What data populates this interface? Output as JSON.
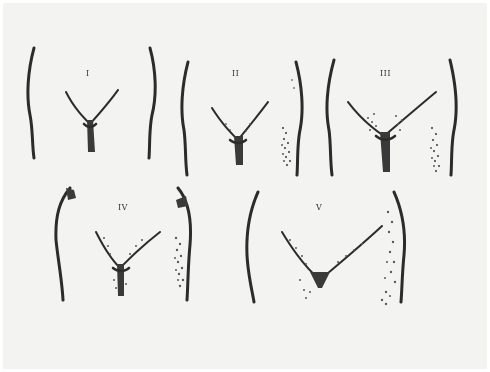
{
  "figure": {
    "background_color": "#f3f3f1",
    "line_color": "#2b2b2b",
    "stages": [
      {
        "numeral": "I"
      },
      {
        "numeral": "II"
      },
      {
        "numeral": "III"
      },
      {
        "numeral": "IV"
      },
      {
        "numeral": "V"
      }
    ]
  }
}
